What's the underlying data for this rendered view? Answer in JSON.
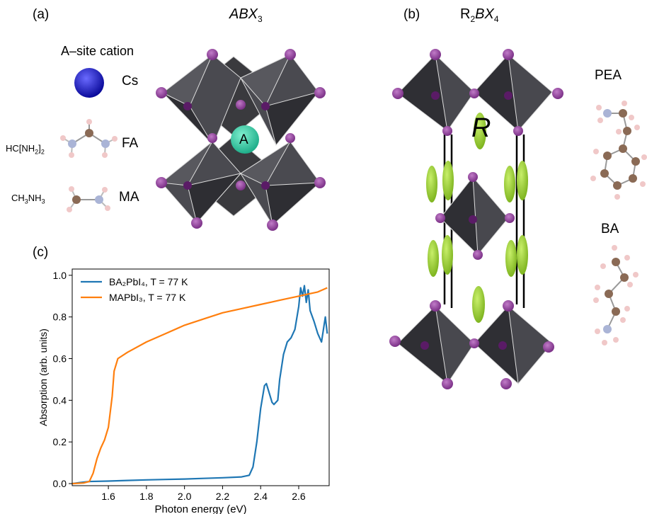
{
  "panel_a": {
    "label": "(a)",
    "formula": {
      "main": "ABX",
      "sub": "3"
    },
    "a_site_title": "A–site cation",
    "cations": [
      {
        "name": "Cs",
        "formula": ""
      },
      {
        "name": "FA",
        "formula_parts": [
          "HC[NH",
          "2",
          "]",
          "2"
        ]
      },
      {
        "name": "MA",
        "formula_parts": [
          "CH",
          "3",
          "NH",
          "3"
        ]
      }
    ],
    "a_site_marker": "A"
  },
  "panel_b": {
    "label": "(b)",
    "formula_parts": [
      "R",
      "2",
      "BX",
      "4"
    ],
    "spacer_label": "R",
    "organics": [
      "PEA",
      "BA"
    ]
  },
  "panel_c": {
    "label": "(c)"
  },
  "chart_data": {
    "type": "line",
    "title": "",
    "xlabel": "Photon energy (eV)",
    "ylabel": "Absorption (arb. units)",
    "xlim": [
      1.41,
      2.76
    ],
    "ylim": [
      -0.01,
      1.03
    ],
    "xticks": [
      1.6,
      1.8,
      2.0,
      2.2,
      2.4,
      2.6
    ],
    "xtick_labels": [
      "1.6",
      "1.8",
      "2.0",
      "2.2",
      "2.4",
      "2.6"
    ],
    "yticks": [
      0.0,
      0.2,
      0.4,
      0.6,
      0.8,
      1.0
    ],
    "ytick_labels": [
      "0.0",
      "0.2",
      "0.4",
      "0.6",
      "0.8",
      "1.0"
    ],
    "grid": false,
    "legend_placement": "top-left",
    "series": [
      {
        "name": "BA₂PbI₄, T = 77 K",
        "color": "#1f77b4",
        "points": [
          [
            1.41,
            0.0
          ],
          [
            1.45,
            0.005
          ],
          [
            1.5,
            0.01
          ],
          [
            1.6,
            0.012
          ],
          [
            1.7,
            0.015
          ],
          [
            1.8,
            0.018
          ],
          [
            1.9,
            0.02
          ],
          [
            2.0,
            0.022
          ],
          [
            2.1,
            0.025
          ],
          [
            2.2,
            0.028
          ],
          [
            2.3,
            0.032
          ],
          [
            2.34,
            0.04
          ],
          [
            2.36,
            0.08
          ],
          [
            2.38,
            0.2
          ],
          [
            2.4,
            0.36
          ],
          [
            2.42,
            0.47
          ],
          [
            2.43,
            0.48
          ],
          [
            2.44,
            0.45
          ],
          [
            2.46,
            0.39
          ],
          [
            2.47,
            0.38
          ],
          [
            2.49,
            0.4
          ],
          [
            2.5,
            0.5
          ],
          [
            2.52,
            0.62
          ],
          [
            2.54,
            0.68
          ],
          [
            2.56,
            0.7
          ],
          [
            2.58,
            0.74
          ],
          [
            2.6,
            0.85
          ],
          [
            2.61,
            0.94
          ],
          [
            2.62,
            0.9
          ],
          [
            2.63,
            0.95
          ],
          [
            2.64,
            0.87
          ],
          [
            2.65,
            0.93
          ],
          [
            2.66,
            0.83
          ],
          [
            2.68,
            0.78
          ],
          [
            2.7,
            0.72
          ],
          [
            2.72,
            0.68
          ],
          [
            2.73,
            0.74
          ],
          [
            2.74,
            0.8
          ],
          [
            2.75,
            0.72
          ]
        ]
      },
      {
        "name": "MAPbI₃, T = 77 K",
        "color": "#ff7f0e",
        "points": [
          [
            1.41,
            0.0
          ],
          [
            1.47,
            0.003
          ],
          [
            1.5,
            0.01
          ],
          [
            1.52,
            0.05
          ],
          [
            1.54,
            0.12
          ],
          [
            1.56,
            0.17
          ],
          [
            1.58,
            0.21
          ],
          [
            1.6,
            0.27
          ],
          [
            1.62,
            0.42
          ],
          [
            1.63,
            0.54
          ],
          [
            1.65,
            0.6
          ],
          [
            1.7,
            0.63
          ],
          [
            1.8,
            0.68
          ],
          [
            1.9,
            0.72
          ],
          [
            2.0,
            0.76
          ],
          [
            2.1,
            0.79
          ],
          [
            2.2,
            0.82
          ],
          [
            2.3,
            0.84
          ],
          [
            2.4,
            0.86
          ],
          [
            2.5,
            0.88
          ],
          [
            2.6,
            0.9
          ],
          [
            2.65,
            0.91
          ],
          [
            2.7,
            0.92
          ],
          [
            2.75,
            0.94
          ]
        ]
      }
    ]
  }
}
